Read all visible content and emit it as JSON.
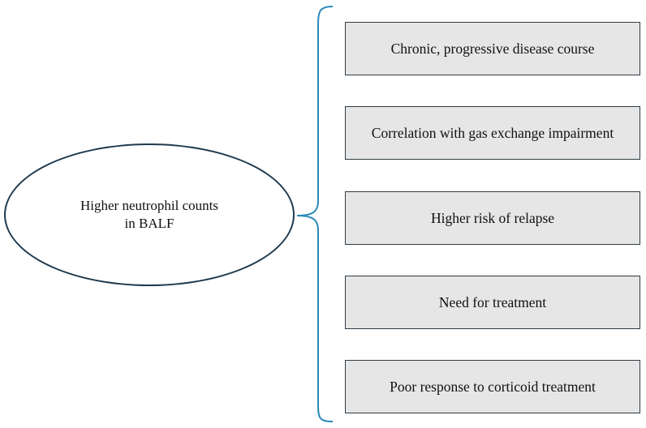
{
  "source": {
    "label_line1": "Higher neutrophil counts",
    "label_line2": "in BALF"
  },
  "outcomes": [
    {
      "label": "Chronic, progressive disease course"
    },
    {
      "label": "Correlation with gas exchange impairment"
    },
    {
      "label": "Higher risk of relapse"
    },
    {
      "label": "Need for treatment"
    },
    {
      "label": "Poor response to corticoid treatment"
    }
  ],
  "colors": {
    "brace": "#2a8ab8",
    "ellipse_border": "#1f3a4d",
    "box_fill": "#e6e6e6",
    "box_border": "#2f3b44"
  }
}
